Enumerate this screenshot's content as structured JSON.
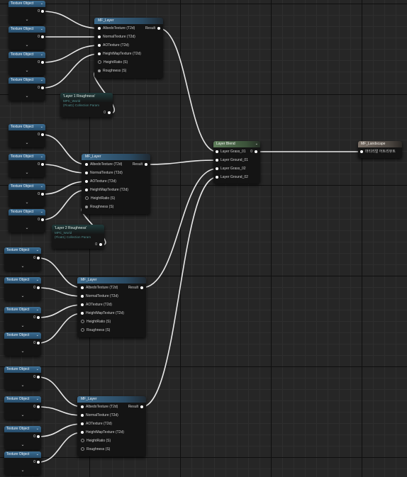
{
  "texture_object": {
    "title": "Texture Object",
    "value": "0",
    "chevron": "⌄",
    "dropdown_icon": "chevron-down-icon"
  },
  "mf_layer": {
    "title": "MF_Layer",
    "result": "Result",
    "inputs": [
      "AlbedoTexture (T2d)",
      "NormalTexture (T2d)",
      "AOTexture (T2d)",
      "HeightMapTexture (T2d)",
      "HeightRatio (S)",
      "Roughness (S)"
    ]
  },
  "collection_params": [
    {
      "title": "'Layer 1 Roughness'",
      "collection": "MPC_World",
      "type": "(Float1) Collection Param",
      "value": "0"
    },
    {
      "title": "'Layer 2 Roughness'",
      "collection": "MPC_World",
      "type": "(Float1) Collection Param",
      "value": "0"
    }
  ],
  "layer_blend": {
    "title": "Layer Blend",
    "inputs": [
      "Layer Grass_01",
      "Layer Ground_01",
      "Layer Grass_02",
      "Layer Ground_02"
    ],
    "output_value": "0"
  },
  "output_node": {
    "title": "MF_Landscape",
    "input_label": "머티리얼 어트리뷰트"
  },
  "colors": {
    "texture_header": "#3c6e94",
    "function_header": "#3e6c8e",
    "blend_header": "#5e7d5a",
    "output_header": "#7a6f66",
    "wire": "#e8e8e8",
    "background": "#262626"
  }
}
